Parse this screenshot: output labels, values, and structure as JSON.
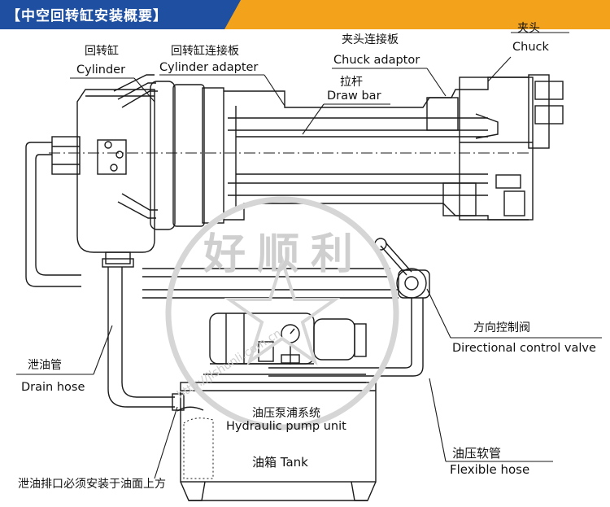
{
  "header": {
    "title": "【中空回转缸安装概要】",
    "bg_color": "#1e4fa0",
    "accent_color": "#f3a21b"
  },
  "labels": {
    "cylinder_zh": "回转缸",
    "cylinder_en": "Cylinder",
    "adapter_zh": "回转缸连接板",
    "adapter_en": "Cylinder adapter",
    "chuck_adaptor_zh": "夹头连接板",
    "chuck_adaptor_en": "Chuck adaptor",
    "chuck_zh": "夹头",
    "chuck_en": "Chuck",
    "drawbar_zh": "拉杆",
    "drawbar_en": "Draw bar",
    "valve_zh": "方向控制阀",
    "valve_en": "Directional control valve",
    "drain_zh": "泄油管",
    "drain_en": "Drain hose",
    "pump_zh": "油压泵浦系统",
    "pump_en": "Hydraulic pump unit",
    "tank": "油箱  Tank",
    "flexhose_zh": "油压软管",
    "flexhose_en": "Flexible  hose",
    "drain_note": "泄油排口必须安装于油面上方"
  },
  "watermark": {
    "text": "好顺利",
    "url": "http://jlshunli.com.cn"
  },
  "colors": {
    "line": "#1a1a1a",
    "watermark": "#cfcfcf"
  }
}
